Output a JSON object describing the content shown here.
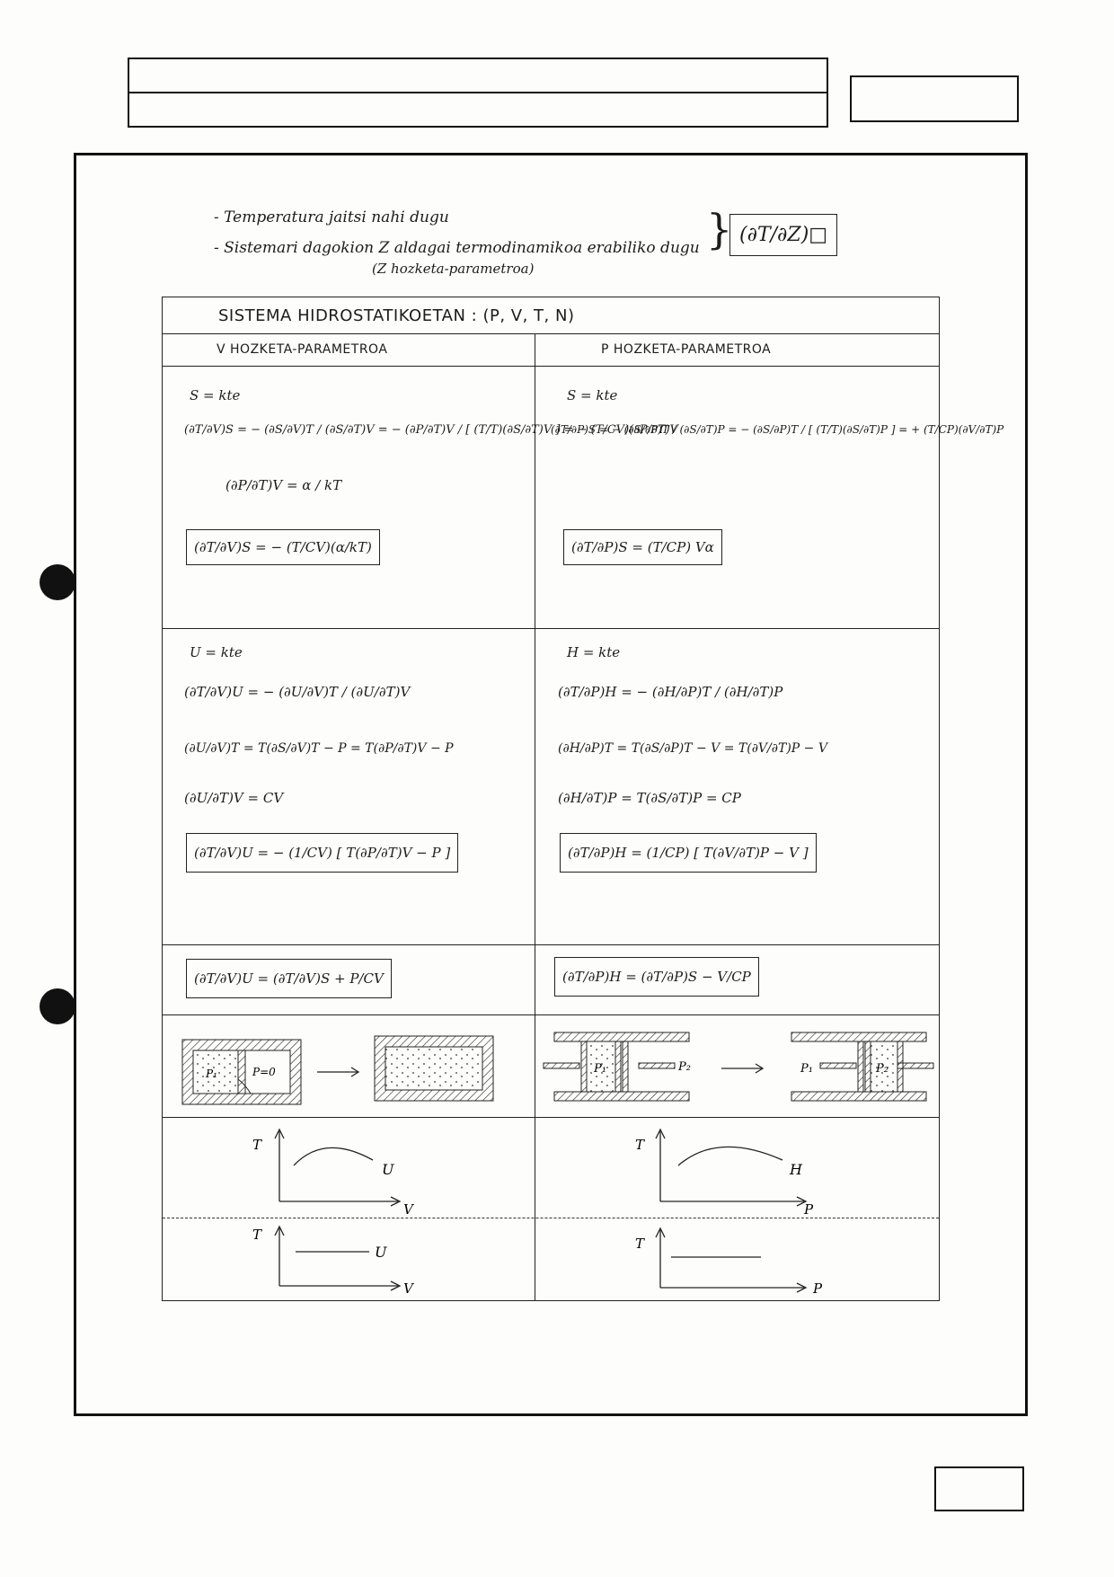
{
  "notes": {
    "line1": "- Temperatura jaitsi nahi dugu",
    "line2": "- Sistemari dagokion Z aldagai termodinamikoa erabiliko dugu",
    "line3": "(Z hozketa-parametroa)",
    "boxed_formula": "(∂T/∂Z)□"
  },
  "table": {
    "title": "SISTEMA HIDROSTATIKOETAN : (P, V, T, N)",
    "left_header": "V   HOZKETA-PARAMETROA",
    "right_header": "P   HOZKETA-PARAMETROA",
    "left": {
      "s_label": "S = kte",
      "s_eq1": "(∂T/∂V)S = − (∂S/∂V)T / (∂S/∂T)V = − (∂P/∂T)V / [ (T/T)(∂S/∂T)V ] = − (T/CV)(∂P/∂T)V",
      "s_eq2": "(∂P/∂T)V = α / kT",
      "s_result": "(∂T/∂V)S = − (T/CV)(α/kT)",
      "u_label": "U = kte",
      "u_eq1": "(∂T/∂V)U = − (∂U/∂V)T / (∂U/∂T)V",
      "u_eq2": "(∂U/∂V)T = T(∂S/∂V)T − P = T(∂P/∂T)V − P",
      "u_eq3": "(∂U/∂T)V = CV",
      "u_result": "(∂T/∂V)U = − (1/CV) [ T(∂P/∂T)V − P ]",
      "relation": "(∂T/∂V)U = (∂T/∂V)S + P/CV",
      "diagram_p1": "P₁",
      "diagram_p0": "P=0",
      "graph1_y": "T",
      "graph1_curve": "U",
      "graph1_x": "V",
      "graph2_y": "T",
      "graph2_curve": "U",
      "graph2_x": "V"
    },
    "right": {
      "s_label": "S = kte",
      "s_eq1": "(∂T/∂P)S = − (∂S/∂P)T / (∂S/∂T)P = − (∂S/∂P)T / [ (T/T)(∂S/∂T)P ] = + (T/CP)(∂V/∂T)P",
      "s_result": "(∂T/∂P)S = (T/CP) Vα",
      "h_label": "H = kte",
      "h_eq1": "(∂T/∂P)H = − (∂H/∂P)T / (∂H/∂T)P",
      "h_eq2": "(∂H/∂P)T = T(∂S/∂P)T − V = T(∂V/∂T)P − V",
      "h_eq3": "(∂H/∂T)P = T(∂S/∂T)P = CP",
      "h_result": "(∂T/∂P)H = (1/CP) [ T(∂V/∂T)P − V ]",
      "relation": "(∂T/∂P)H = (∂T/∂P)S − V/CP",
      "diagram_p1": "P₁",
      "diagram_p2": "P₂",
      "diagram_p1b": "P₁",
      "diagram_p2b": "P₂",
      "graph1_y": "T",
      "graph1_curve": "H",
      "graph1_x": "P",
      "graph2_y": "T",
      "graph2_x": "P"
    }
  }
}
